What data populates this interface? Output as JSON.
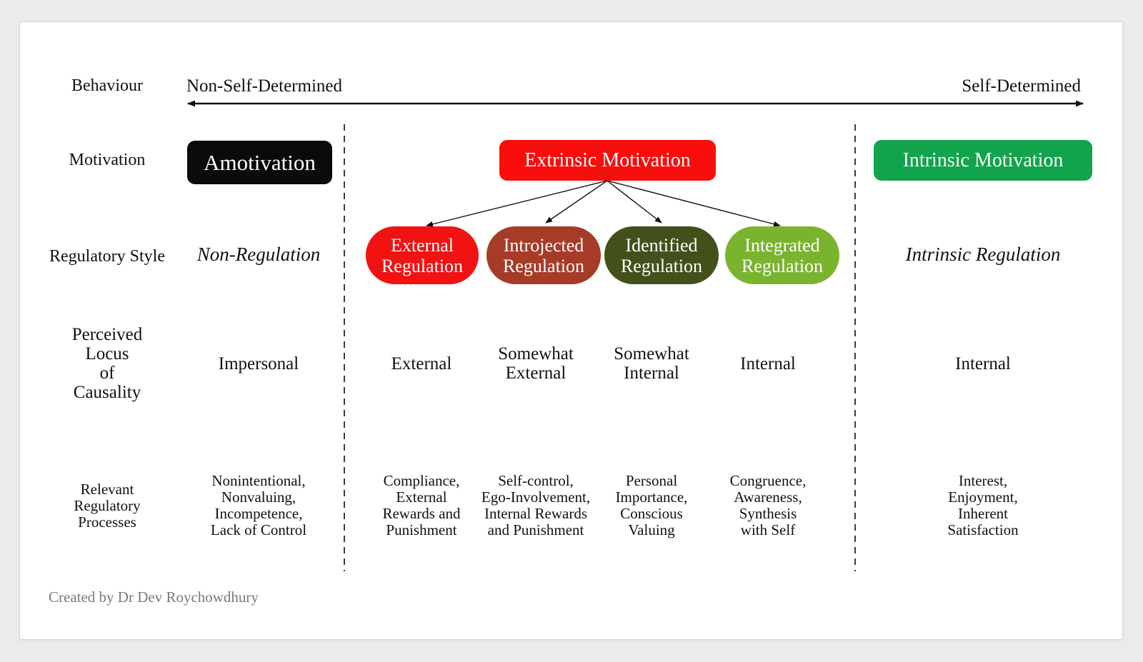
{
  "axis": {
    "row_label": "Behaviour",
    "left_label": "Non-Self-Determined",
    "right_label": "Self-Determined"
  },
  "row_labels": {
    "motivation": "Motivation",
    "regulatory_style": "Regulatory Style",
    "locus": "Perceived\nLocus\nof\nCausality",
    "processes": "Relevant\nRegulatory\nProcesses"
  },
  "motivations": [
    {
      "label": "Amotivation",
      "color": "#0b0b0b"
    },
    {
      "label": "Extrinsic Motivation",
      "color": "#f90d0d"
    },
    {
      "label": "Intrinsic Motivation",
      "color": "#12a34d"
    }
  ],
  "regulatory_styles": {
    "non_regulation": "Non-Regulation",
    "intrinsic_regulation": "Intrinsic Regulation",
    "pills": [
      {
        "label": "External\nRegulation",
        "color": "#f11212"
      },
      {
        "label": "Introjected\nRegulation",
        "color": "#a63b28"
      },
      {
        "label": "Identified\nRegulation",
        "color": "#42511c"
      },
      {
        "label": "Integrated\nRegulation",
        "color": "#7ab42f"
      }
    ]
  },
  "locus_of_causality": [
    "Impersonal",
    "External",
    "Somewhat\nExternal",
    "Somewhat\nInternal",
    "Internal",
    "Internal"
  ],
  "regulatory_processes": [
    "Nonintentional,\nNonvaluing,\nIncompetence,\nLack of Control",
    "Compliance,\nExternal\nRewards and\nPunishment",
    "Self-control,\nEgo-Involvement,\nInternal Rewards\nand Punishment",
    "Personal\nImportance,\nConscious\nValuing",
    "Congruence,\nAwareness,\nSynthesis\nwith Self",
    "Interest,\nEnjoyment,\nInherent\nSatisfaction"
  ],
  "footer": {
    "credit": "Created by Dr Dev Roychowdhury"
  }
}
